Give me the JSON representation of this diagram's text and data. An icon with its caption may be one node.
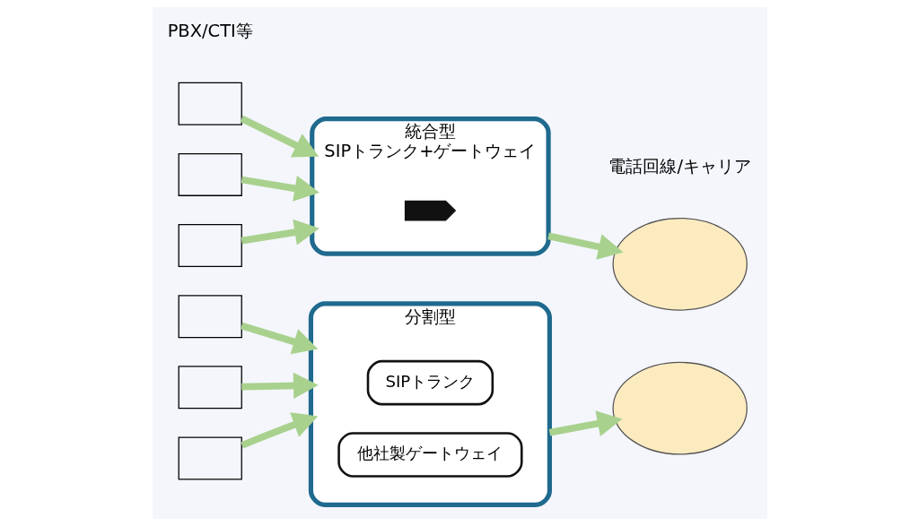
{
  "diagram": {
    "nodes": [
      {
        "text": [],
        "shape": "box"
      },
      {
        "text": [],
        "shape": "box"
      },
      {
        "text": [],
        "shape": "box"
      },
      {
        "text": [
          "統合型",
          "SIPトランク+ゲートウェイ"
        ]
      },
      {
        "text": [],
        "shape": "box",
        "in": 3
      },
      {
        "text": [],
        "shape": "cloud"
      },
      {
        "text": [],
        "shape": "box"
      },
      {
        "text": [],
        "shape": "box"
      },
      {
        "text": [],
        "shape": "box"
      },
      {
        "text": [
          "分割型"
        ]
      },
      {
        "text": [
          "SIPトランク"
        ],
        "in": 9
      },
      {
        "text": [
          "他社製ゲートウェイ"
        ],
        "in": 9
      },
      {
        "text": [],
        "shape": "cloud"
      }
    ],
    "edges": [
      {
        "from": 0,
        "to": 3,
        "arrow": "to"
      },
      {
        "from": 1,
        "to": 3,
        "arrow": "to"
      },
      {
        "from": 2,
        "to": 3,
        "arrow": "to"
      },
      {
        "from": 3,
        "to": 5,
        "arrow": "to"
      },
      {
        "from": 6,
        "to": 9,
        "arrow": "to"
      },
      {
        "from": 7,
        "to": 9,
        "arrow": "to"
      },
      {
        "from": 8,
        "to": 9,
        "arrow": "to"
      },
      {
        "from": 9,
        "to": 12,
        "arrow": "to"
      }
    ],
    "labels": [
      "PBX/CTI等",
      "電話回線/キャリア"
    ]
  }
}
